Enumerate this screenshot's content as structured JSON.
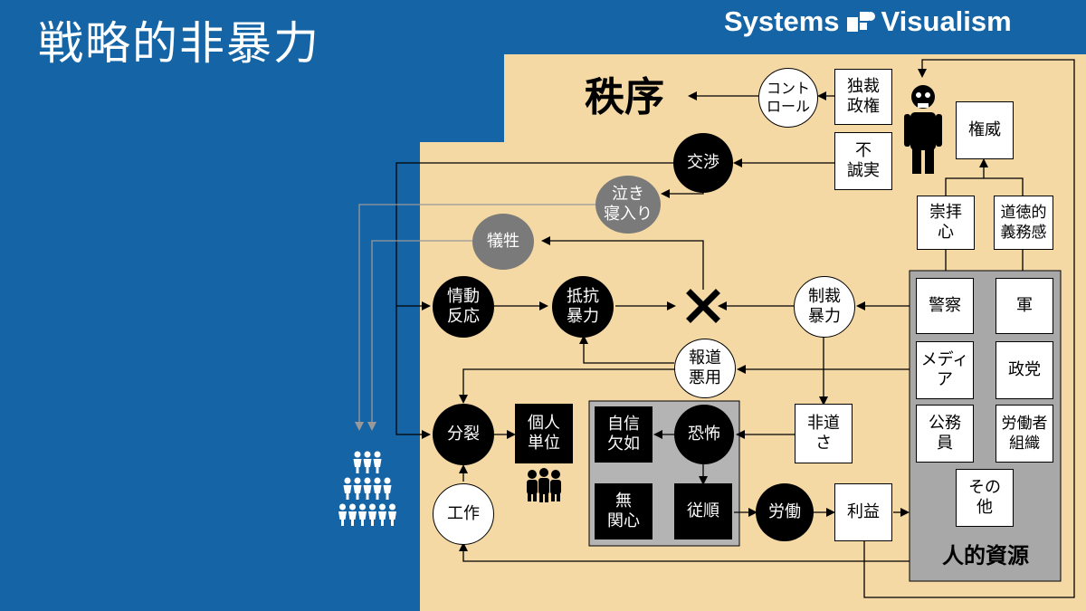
{
  "title": "戦略的非暴力",
  "brand": {
    "text_left": "Systems",
    "text_right": "Visualism",
    "logo": "systems-visualism-logo"
  },
  "colors": {
    "background": "#1565a6",
    "panel": "#f5d9a4",
    "dark": "#000000",
    "gray_node": "#7a7a7a",
    "gray_panel": "#b4b4b4"
  },
  "nodes": {
    "order": "秩序",
    "control": "コント\nロール",
    "dictator": "独裁\n政権",
    "authority": "権威",
    "negotiation": "交渉",
    "dishonesty": "不\n誠実",
    "cry": "泣き\n寝入り",
    "sacrifice": "犠牲",
    "worship": "崇拝\n心",
    "moral_duty": "道徳的\n義務感",
    "emotion": "情動\n反応",
    "resist": "抵抗\n暴力",
    "sanction": "制裁\n暴力",
    "police": "警察",
    "military": "軍",
    "media": "メディ\nア",
    "party": "政党",
    "misuse": "報道\n悪用",
    "division": "分裂",
    "individual": "個人\n単位",
    "confidence": "自信\n欠如",
    "fear": "恐怖",
    "inhumanity": "非道\nさ",
    "civil_servant": "公務\n員",
    "union": "労働者\n組織",
    "indifference": "無\n関心",
    "obedience": "従順",
    "labor": "労働",
    "profit": "利益",
    "sabotage": "工作",
    "other": "その\n他",
    "human_resources": "人的資源"
  },
  "icons": [
    "skull-person-icon",
    "people-pyramid-icon",
    "group-icon",
    "x-mark-icon"
  ]
}
